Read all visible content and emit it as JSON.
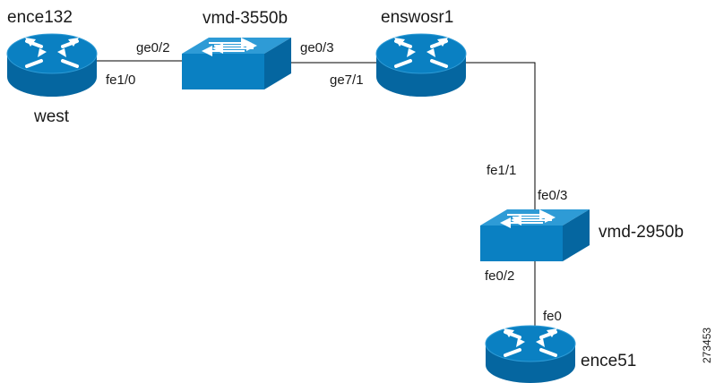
{
  "devices": {
    "ence132": {
      "name": "ence132",
      "type": "router",
      "location": "west"
    },
    "vmd3550b": {
      "name": "vmd-3550b",
      "type": "switch"
    },
    "enswosr1": {
      "name": "enswosr1",
      "type": "router"
    },
    "vmd2950b": {
      "name": "vmd-2950b",
      "type": "switch"
    },
    "ence51": {
      "name": "ence51",
      "type": "router"
    }
  },
  "links": [
    {
      "from": "ence132",
      "from_port": "fe1/0",
      "to": "vmd-3550b",
      "to_port": "ge0/2"
    },
    {
      "from": "vmd-3550b",
      "from_port": "ge0/3",
      "to": "enswosr1",
      "to_port": "ge7/1"
    },
    {
      "from": "enswosr1",
      "from_port": "fe1/1",
      "to": "vmd-2950b",
      "to_port": "fe0/3"
    },
    {
      "from": "vmd-2950b",
      "from_port": "fe0/2",
      "to": "ence51",
      "to_port": "fe0"
    }
  ],
  "figure_id": "273453",
  "colors": {
    "device_blue": "#0a80c2",
    "device_dark": "#0566a0",
    "device_light": "#2e9bd6",
    "link": "#000000"
  }
}
